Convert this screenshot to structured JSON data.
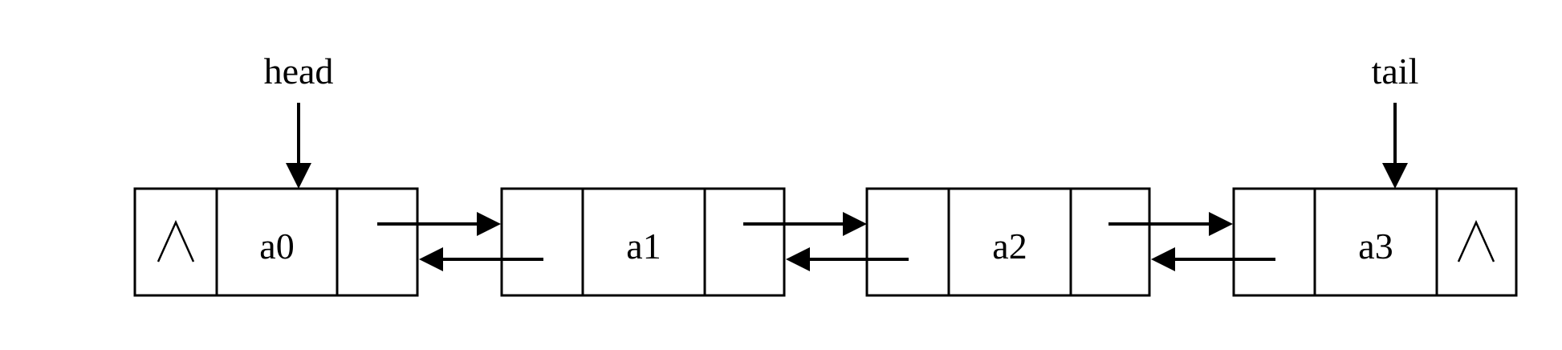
{
  "pointers": {
    "head": {
      "label": "head",
      "target_node": 0
    },
    "tail": {
      "label": "tail",
      "target_node": 3
    }
  },
  "nodes": [
    {
      "value": "a0",
      "prev_null": true,
      "next_null": false
    },
    {
      "value": "a1",
      "prev_null": false,
      "next_null": false
    },
    {
      "value": "a2",
      "prev_null": false,
      "next_null": false
    },
    {
      "value": "a3",
      "prev_null": false,
      "next_null": true
    }
  ],
  "colors": {
    "stroke": "#000000",
    "background": "#ffffff"
  }
}
